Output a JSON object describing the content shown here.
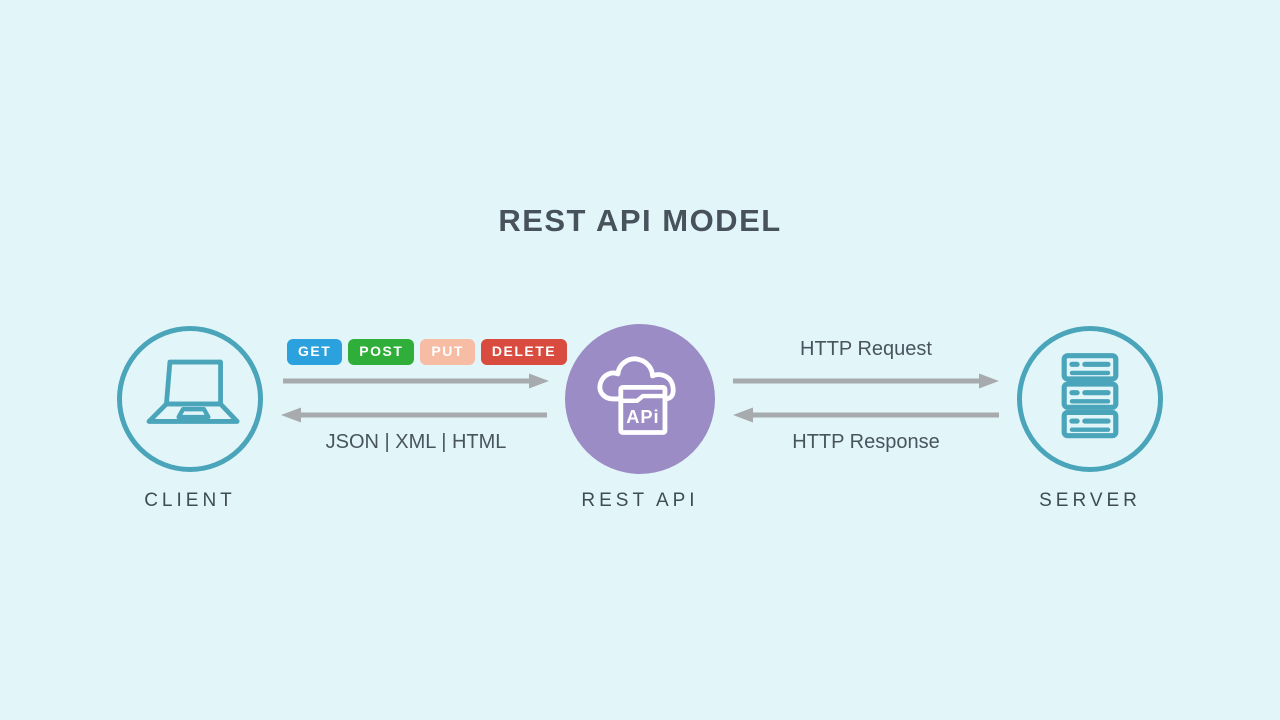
{
  "title": "REST API MODEL",
  "nodes": {
    "client": {
      "label": "CLIENT",
      "icon": "laptop-icon"
    },
    "rest_api": {
      "label": "REST API",
      "icon": "cloud-api-icon",
      "icon_badge_text": "APi"
    },
    "server": {
      "label": "SERVER",
      "icon": "server-rack-icon"
    }
  },
  "client_api_channel": {
    "methods": [
      {
        "label": "GET",
        "color": "#2ba2de"
      },
      {
        "label": "POST",
        "color": "#2fae39"
      },
      {
        "label": "PUT",
        "color": "#f6bda4"
      },
      {
        "label": "DELETE",
        "color": "#d84b3e"
      }
    ],
    "formats_label": "JSON | XML | HTML"
  },
  "api_server_channel": {
    "request_label": "HTTP Request",
    "response_label": "HTTP Response"
  },
  "colors": {
    "background": "#e2f6f9",
    "teal": "#4aa5ba",
    "purple": "#9c8cc5",
    "arrow_gray": "#a7abae",
    "text_dark": "#47525c"
  }
}
